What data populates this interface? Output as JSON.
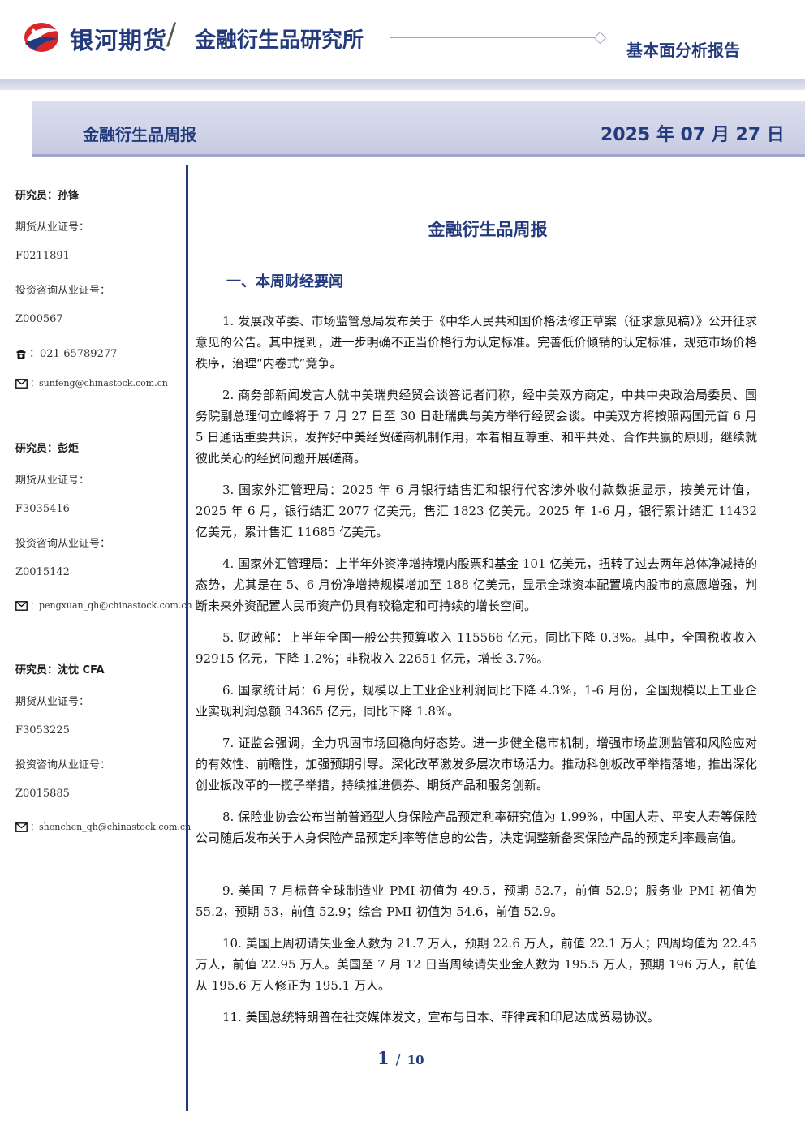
{
  "header": {
    "brand": "银河期货",
    "slash": "/",
    "institute": "金融衍生品研究所",
    "report_type": "基本面分析报告",
    "colors": {
      "brand_blue": "#233a7d",
      "logo_red": "#d9262b",
      "band": "#c9cde3"
    }
  },
  "title_bar": {
    "title": "金融衍生品周报",
    "date": "2025 年 07 月 27 日"
  },
  "analysts": [
    {
      "name": "研究员：孙锋",
      "futures_label": "期货从业证号：",
      "futures_id": "F0211891",
      "consult_label": "投资咨询从业证号：",
      "consult_id": "Z000567",
      "phone_prefix": "：",
      "phone": "021-65789277",
      "email_prefix": "：",
      "email": "sunfeng@chinastock.com.cn"
    },
    {
      "name": "研究员：彭炬",
      "futures_label": "期货从业证号：",
      "futures_id": "F3035416",
      "consult_label": "投资咨询从业证号：",
      "consult_id": "Z0015142",
      "email_prefix": "：",
      "email": "pengxuan_qh@chinastock.com.cn"
    },
    {
      "name": "研究员：沈忱  CFA",
      "futures_label": "期货从业证号：",
      "futures_id": "F3053225",
      "consult_label": "投资咨询从业证号：",
      "consult_id": "Z0015885",
      "email_prefix": "：",
      "email": "shenchen_qh@chinastock.com.cn"
    }
  ],
  "main": {
    "title": "金融衍生品周报",
    "section_title": "一、本周财经要闻",
    "paragraphs": [
      "1. 发展改革委、市场监管总局发布关于《中华人民共和国价格法修正草案（征求意见稿）》公开征求意见的公告。其中提到，进一步明确不正当价格行为认定标准。完善低价倾销的认定标准，规范市场价格秩序，治理“内卷式”竞争。",
      "2. 商务部新闻发言人就中美瑞典经贸会谈答记者问称，经中美双方商定，中共中央政治局委员、国务院副总理何立峰将于 7 月 27 日至 30 日赴瑞典与美方举行经贸会谈。中美双方将按照两国元首 6 月 5 日通话重要共识，发挥好中美经贸磋商机制作用，本着相互尊重、和平共处、合作共赢的原则，继续就彼此关心的经贸问题开展磋商。",
      "3. 国家外汇管理局：2025 年 6 月银行结售汇和银行代客涉外收付款数据显示，按美元计值，2025 年 6 月，银行结汇 2077 亿美元，售汇 1823 亿美元。2025 年 1-6 月，银行累计结汇 11432 亿美元，累计售汇 11685 亿美元。",
      "4. 国家外汇管理局：上半年外资净增持境内股票和基金 101 亿美元，扭转了过去两年总体净减持的态势，尤其是在 5、6 月份净增持规模增加至 188 亿美元，显示全球资本配置境内股市的意愿增强，判断未来外资配置人民币资产仍具有较稳定和可持续的增长空间。",
      "5. 财政部：上半年全国一般公共预算收入 115566 亿元，同比下降 0.3%。其中，全国税收收入 92915 亿元，下降 1.2%；非税收入 22651 亿元，增长 3.7%。",
      "6. 国家统计局：6 月份，规模以上工业企业利润同比下降 4.3%，1-6 月份，全国规模以上工业企业实现利润总额 34365 亿元，同比下降 1.8%。",
      "7. 证监会强调，全力巩固市场回稳向好态势。进一步健全稳市机制，增强市场监测监管和风险应对的有效性、前瞻性，加强预期引导。深化改革激发多层次市场活力。推动科创板改革举措落地，推出深化创业板改革的一揽子举措，持续推进债券、期货产品和服务创新。",
      "8. 保险业协会公布当前普通型人身保险产品预定利率研究值为 1.99%，中国人寿、平安人寿等保险公司随后发布关于人身保险产品预定利率等信息的公告，决定调整新备案保险产品的预定利率最高值。",
      "9. 美国 7 月标普全球制造业 PMI 初值为 49.5，预期 52.7，前值 52.9；服务业 PMI 初值为 55.2，预期 53，前值 52.9；综合 PMI 初值为 54.6，前值 52.9。",
      "10. 美国上周初请失业金人数为 21.7 万人，预期 22.6 万人，前值 22.1 万人；四周均值为 22.45 万人，前值 22.95 万人。美国至 7 月 12 日当周续请失业金人数为 195.5 万人，预期 196 万人，前值从 195.6 万人修正为 195.1 万人。",
      "11. 美国总统特朗普在社交媒体发文，宣布与日本、菲律宾和印尼达成贸易协议。"
    ]
  },
  "footer": {
    "page_current": "1",
    "page_sep": "/",
    "page_total": "10"
  }
}
